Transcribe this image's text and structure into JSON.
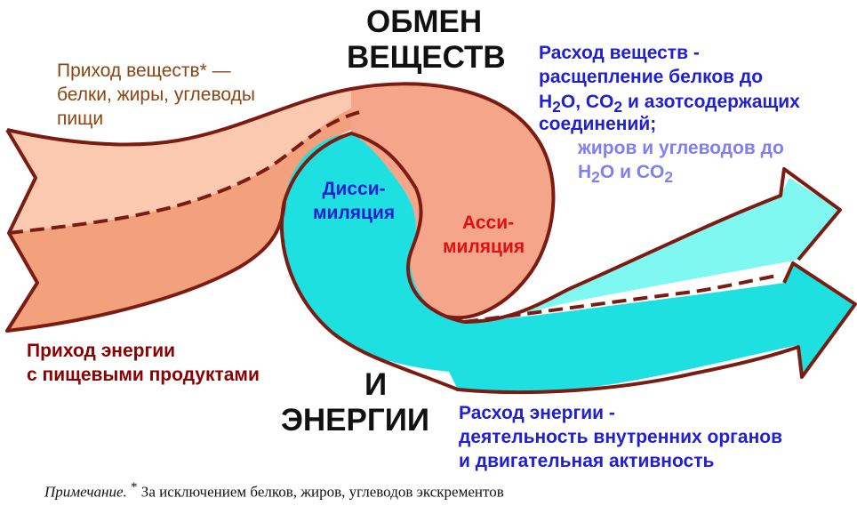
{
  "title": {
    "line1": "ОБМЕН",
    "line2": "ВЕЩЕСТВ",
    "and": "И",
    "line3": "ЭНЕРГИИ"
  },
  "intake_substances": {
    "line1": "Приход  веществ* —",
    "line2": "белки, жиры, углеводы",
    "line3": "пищи"
  },
  "intake_energy": {
    "line1": "Приход энергии",
    "line2": "с пищевыми продуктами"
  },
  "dissimilation": {
    "line1": "Дисси-",
    "line2": "миляция"
  },
  "assimilation": {
    "line1": "Асси-",
    "line2": "миляция"
  },
  "expense_substances": {
    "line1": "Расход  веществ -",
    "line2": "расщепление белков до",
    "line3": {
      "a": "H",
      "a_sub": "2",
      "b": "O, CO",
      "b_sub": "2",
      "c": " и  азотсодержащих"
    },
    "line4": "соединений;",
    "line5": "жиров и углеводов до",
    "line6": {
      "a": "H",
      "a_sub": "2",
      "b": "O и CO",
      "b_sub": "2"
    }
  },
  "expense_energy": {
    "line1": "Расход энергии -",
    "line2": "деятельность внутренних органов",
    "line3": "и двигательная активность"
  },
  "footnote": {
    "label": "Примечание.",
    "star": "*",
    "text": "За  исключением  белков,  жиров,  углеводов экскрементов"
  },
  "colors": {
    "outline": "#7a1c12",
    "intake_light": "#fbc9b0",
    "intake_dark": "#f3a07d",
    "assim_fill": "#f4a58a",
    "dissim_fill": "#00f5f0",
    "out_light": "#7ff8f2",
    "out_dark": "#1ee0e0",
    "text_brown": "#8b4513",
    "text_darkred": "#8b0000",
    "text_blue": "#1f1fd6",
    "text_lightblue": "#8080f0",
    "text_red": "#e01010",
    "text_dissim": "#1f1fd6"
  }
}
